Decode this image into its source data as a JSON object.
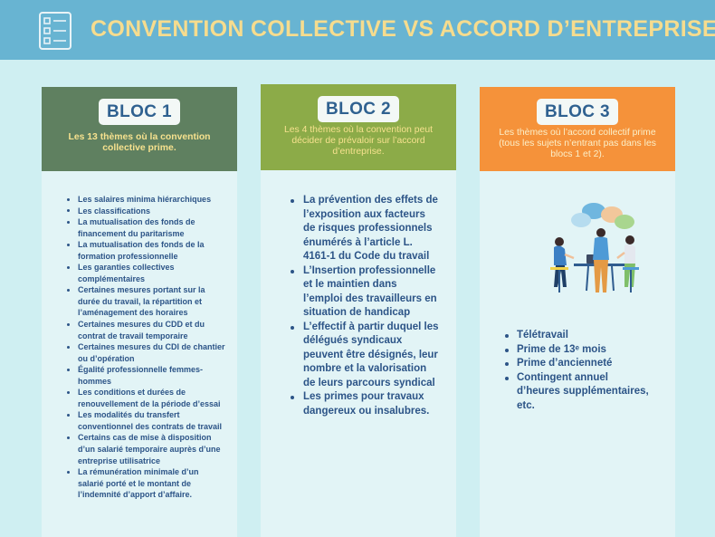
{
  "header": {
    "title": "CONVENTION COLLECTIVE VS ACCORD D’ENTREPRISE",
    "icon": "checklist-icon"
  },
  "colors": {
    "header_bg": "#68b4d2",
    "title": "#f6dc8e",
    "bloc1": "#5f8060",
    "bloc2": "#8cab48",
    "bloc3": "#f5923a",
    "text": "#2c5487"
  },
  "blocs": [
    {
      "label": "BLOC 1",
      "subtitle": "Les 13 thèmes où la convention collective prime.",
      "items": [
        "Les salaires minima hiérarchiques",
        "Les classifications",
        "La mutualisation des fonds de financement du paritarisme",
        "La mutualisation des fonds de la formation professionnelle",
        "Les garanties collectives complémentaires",
        "Certaines mesures portant sur la durée du travail, la répartition et l’aménagement des horaires",
        "Certaines mesures du CDD et du contrat de travail temporaire",
        "Certaines mesures du CDI de chantier ou d’opération",
        "Égalité professionnelle femmes-hommes",
        "Les conditions et durées de renouvellement de la période d’essai",
        "Les modalités du transfert conventionnel des contrats de travail",
        "Certains cas de mise à disposition d’un salarié temporaire auprès d’une entreprise utilisatrice",
        "La rémunération minimale d’un salarié porté et le montant de l’indemnité d’apport d’affaire."
      ]
    },
    {
      "label": "BLOC 2",
      "subtitle": "Les 4 thèmes où la convention peut décider de prévaloir sur l’accord d’entreprise.",
      "items": [
        "La prévention des effets de l’exposition aux facteurs de risques professionnels énumérés à l’article L. 4161-1 du Code du travail",
        "L’Insertion professionnelle et le maintien dans l’emploi des travailleurs en situation de handicap",
        "L’effectif à partir duquel les délégués syndicaux peuvent être désignés, leur nombre et la valorisation de leurs parcours syndical",
        "Les primes pour travaux dangereux ou insalubres."
      ]
    },
    {
      "label": "BLOC 3",
      "subtitle": "Les thèmes où l’accord collectif prime (tous les sujets n’entrant pas dans les blocs 1 et 2).",
      "illustration": "people-discussion-illustration",
      "items": [
        "Télétravail",
        "Prime de 13ᵉ mois",
        "Prime d’ancienneté",
        "Contingent annuel d’heures supplémentaires, etc."
      ]
    }
  ]
}
